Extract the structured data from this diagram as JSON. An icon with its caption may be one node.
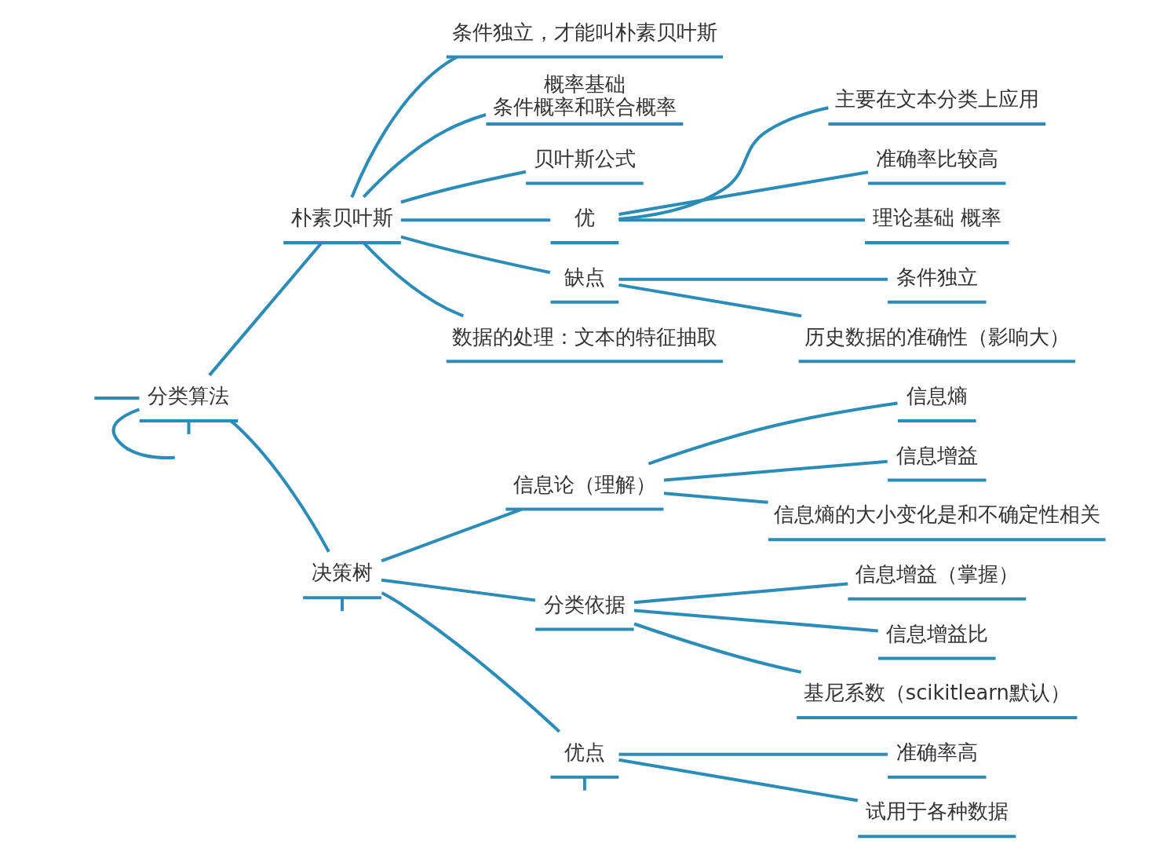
{
  "diagram": {
    "nodes": [
      {
        "text": [
          "分类算法"
        ]
      },
      {
        "text": [
          "朴素贝叶斯"
        ]
      },
      {
        "text": [
          "条件独立，才能叫朴素贝叶斯"
        ]
      },
      {
        "text": [
          "概率基础",
          "条件概率和联合概率"
        ]
      },
      {
        "text": [
          "贝叶斯公式"
        ]
      },
      {
        "text": [
          "优"
        ]
      },
      {
        "text": [
          "主要在文本分类上应用"
        ]
      },
      {
        "text": [
          "准确率比较高"
        ]
      },
      {
        "text": [
          "理论基础 概率"
        ]
      },
      {
        "text": [
          "缺点"
        ]
      },
      {
        "text": [
          "条件独立"
        ]
      },
      {
        "text": [
          "历史数据的准确性（影响大）"
        ]
      },
      {
        "text": [
          "数据的处理：文本的特征抽取"
        ]
      },
      {
        "text": [
          "决策树"
        ]
      },
      {
        "text": [
          "信息论（理解）"
        ]
      },
      {
        "text": [
          "信息熵"
        ]
      },
      {
        "text": [
          "信息增益"
        ]
      },
      {
        "text": [
          "信息熵的大小变化是和不确定性相关"
        ]
      },
      {
        "text": [
          "分类依据"
        ]
      },
      {
        "text": [
          "信息增益（掌握）"
        ]
      },
      {
        "text": [
          "信息增益比"
        ]
      },
      {
        "text": [
          "基尼系数（scikitlearn默认）"
        ]
      },
      {
        "text": [
          "优点"
        ]
      },
      {
        "text": [
          "准确率高"
        ]
      },
      {
        "text": [
          "试用于各种数据"
        ]
      }
    ],
    "edges": [
      {
        "from": null,
        "to": 0,
        "arrow": "none"
      },
      {
        "from": 0,
        "to": null,
        "arrow": "none"
      },
      {
        "from": 0,
        "to": null,
        "arrow": "none"
      },
      {
        "from": 0,
        "to": 1,
        "arrow": "none"
      },
      {
        "from": 1,
        "to": 2,
        "arrow": "none"
      },
      {
        "from": 1,
        "to": 3,
        "arrow": "none"
      },
      {
        "from": 1,
        "to": 4,
        "arrow": "none"
      },
      {
        "from": 1,
        "to": 5,
        "arrow": "none"
      },
      {
        "from": 5,
        "to": 6,
        "arrow": "none"
      },
      {
        "from": 5,
        "to": 7,
        "arrow": "none"
      },
      {
        "from": 5,
        "to": 8,
        "arrow": "none"
      },
      {
        "from": 1,
        "to": 9,
        "arrow": "none"
      },
      {
        "from": 9,
        "to": 10,
        "arrow": "none"
      },
      {
        "from": 9,
        "to": 11,
        "arrow": "none"
      },
      {
        "from": 1,
        "to": 12,
        "arrow": "none"
      },
      {
        "from": 0,
        "to": 13,
        "arrow": "none"
      },
      {
        "from": 13,
        "to": 14,
        "arrow": "none"
      },
      {
        "from": 14,
        "to": 15,
        "arrow": "none"
      },
      {
        "from": 14,
        "to": 16,
        "arrow": "none"
      },
      {
        "from": 14,
        "to": 17,
        "arrow": "none"
      },
      {
        "from": 13,
        "to": 18,
        "arrow": "none"
      },
      {
        "from": 18,
        "to": 19,
        "arrow": "none"
      },
      {
        "from": 18,
        "to": 20,
        "arrow": "none"
      },
      {
        "from": 18,
        "to": 21,
        "arrow": "none"
      },
      {
        "from": 13,
        "to": 22,
        "arrow": "none"
      },
      {
        "from": 22,
        "to": 23,
        "arrow": "none"
      },
      {
        "from": 22,
        "to": 24,
        "arrow": "none"
      },
      {
        "from": 13,
        "to": null,
        "arrow": "none"
      },
      {
        "from": 22,
        "to": null,
        "arrow": "none"
      }
    ]
  }
}
